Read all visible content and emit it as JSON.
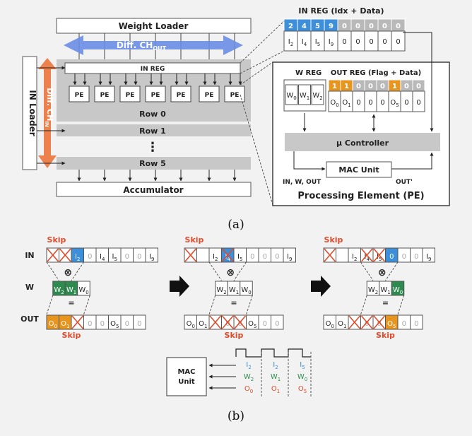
{
  "top": {
    "weight_loader": "Weight Loader",
    "diff_out": {
      "main": "Diff. CH",
      "sub": "OUT"
    },
    "in_loader": "IN Loader",
    "diff_in": {
      "main": "Diff. CH",
      "sub": "IN"
    },
    "in_reg": "IN REG",
    "pe": "PE",
    "row0": "Row 0",
    "row1": "Row 1",
    "row5": "Row 5",
    "ellipsis": "⋮",
    "accumulator": "Accumulator",
    "in_reg_title": "IN REG (Idx + Data)",
    "in_reg_idx": [
      "2",
      "4",
      "5",
      "9",
      "0",
      "0",
      "0",
      "0",
      "0"
    ],
    "in_reg_data": [
      {
        "m": "I",
        "s": "2"
      },
      {
        "m": "I",
        "s": "4"
      },
      {
        "m": "I",
        "s": "5"
      },
      {
        "m": "I",
        "s": "9"
      },
      {
        "m": "0",
        "s": ""
      },
      {
        "m": "0",
        "s": ""
      },
      {
        "m": "0",
        "s": ""
      },
      {
        "m": "0",
        "s": ""
      },
      {
        "m": "0",
        "s": ""
      }
    ],
    "w_reg_title": "W REG",
    "w_reg": [
      {
        "m": "W",
        "s": "0"
      },
      {
        "m": "W",
        "s": "1"
      },
      {
        "m": "W",
        "s": "2"
      }
    ],
    "out_reg_title": "OUT REG (Flag + Data)",
    "out_flags": [
      "1",
      "1",
      "0",
      "0",
      "0",
      "1",
      "0",
      "0"
    ],
    "out_data": [
      {
        "m": "O",
        "s": "0"
      },
      {
        "m": "O",
        "s": "1"
      },
      {
        "m": "0",
        "s": ""
      },
      {
        "m": "0",
        "s": ""
      },
      {
        "m": "0",
        "s": ""
      },
      {
        "m": "O",
        "s": "5"
      },
      {
        "m": "0",
        "s": ""
      },
      {
        "m": "0",
        "s": ""
      }
    ],
    "controller": "μ Controller",
    "mac_unit": "MAC Unit",
    "in_w_out": "IN, W, OUT",
    "out_prime": "OUT'",
    "pe_title": "Processing Element (PE)",
    "caption": "(a)"
  },
  "bottom": {
    "skip": "Skip",
    "row_in": "IN",
    "row_w": "W",
    "row_out": "OUT",
    "otimes": "⊗",
    "equals": "=",
    "in_cells": [
      {
        "m": "",
        "s": ""
      },
      {
        "m": "",
        "s": ""
      },
      {
        "m": "I",
        "s": "2"
      },
      {
        "m": "0",
        "s": ""
      },
      {
        "m": "I",
        "s": "4"
      },
      {
        "m": "I",
        "s": "5"
      },
      {
        "m": "0",
        "s": ""
      },
      {
        "m": "0",
        "s": ""
      },
      {
        "m": "I",
        "s": "9"
      }
    ],
    "w_cells": [
      {
        "m": "W",
        "s": "2"
      },
      {
        "m": "W",
        "s": "1"
      },
      {
        "m": "W",
        "s": "0"
      }
    ],
    "out_cells": [
      {
        "m": "O",
        "s": "0"
      },
      {
        "m": "O",
        "s": "1"
      },
      {
        "m": "",
        "s": ""
      },
      {
        "m": "0",
        "s": ""
      },
      {
        "m": "0",
        "s": ""
      },
      {
        "m": "O",
        "s": "5"
      },
      {
        "m": "0",
        "s": ""
      },
      {
        "m": "0",
        "s": ""
      }
    ],
    "mac_unit": [
      "MAC",
      "Unit"
    ],
    "timing": [
      {
        "i": {
          "m": "I",
          "s": "2"
        },
        "w": {
          "m": "W",
          "s": "2"
        },
        "o": {
          "m": "O",
          "s": "0"
        }
      },
      {
        "i": {
          "m": "I",
          "s": "2"
        },
        "w": {
          "m": "W",
          "s": "1"
        },
        "o": {
          "m": "O",
          "s": "1"
        }
      },
      {
        "i": {
          "m": "I",
          "s": "5"
        },
        "w": {
          "m": "W",
          "s": "0"
        },
        "o": {
          "m": "O",
          "s": "5"
        }
      }
    ],
    "caption": "(b)"
  },
  "colors": {
    "blue": "#3d8fd9",
    "green": "#2e8b4f",
    "orange": "#e8951f",
    "red_text": "#e04b2a",
    "arrow_blue": "#6a8ee6",
    "arrow_orange": "#ec7a45",
    "gray_panel": "#c8c8c8",
    "gray_cell": "#b9b9b9"
  }
}
